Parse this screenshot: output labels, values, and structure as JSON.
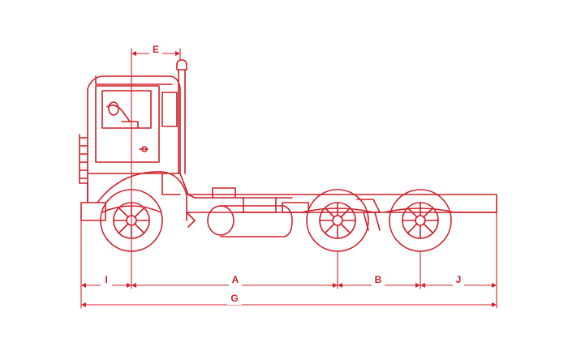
{
  "colors": {
    "line": "#d0202a",
    "background": "#ffffff"
  },
  "diagram": {
    "dimensions": {
      "E": "E",
      "I": "I",
      "A": "A",
      "B": "B",
      "J": "J",
      "G": "G"
    }
  }
}
